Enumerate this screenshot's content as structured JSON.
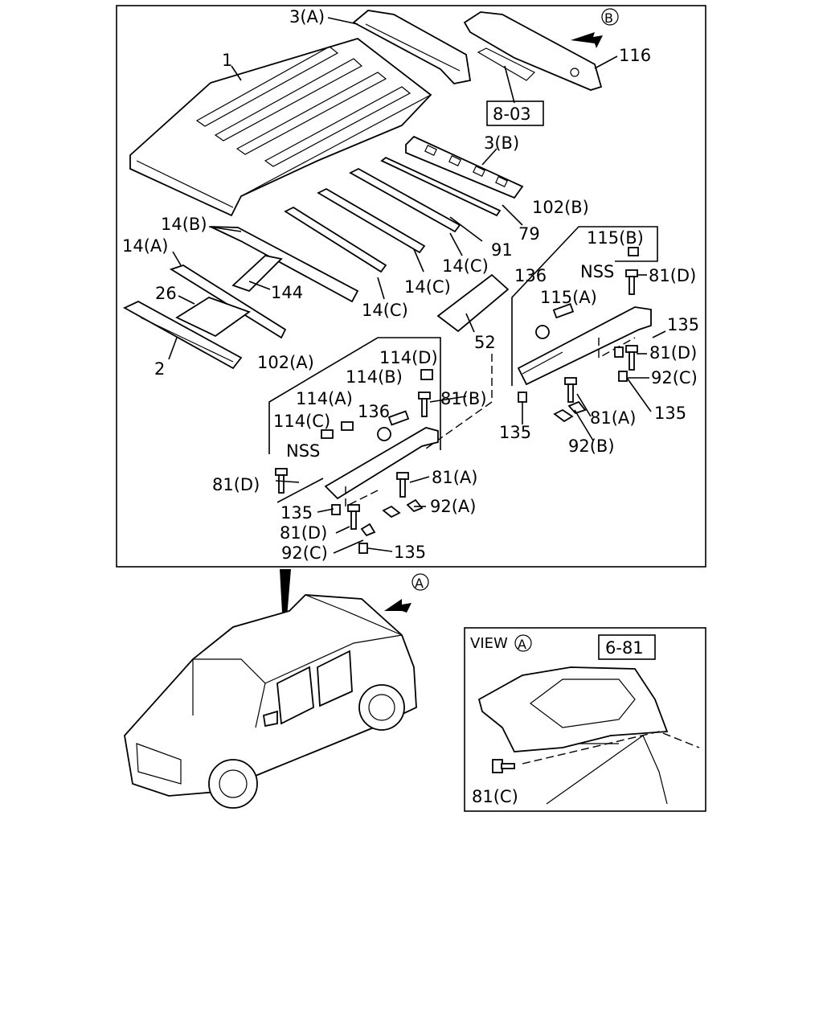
{
  "diagram": {
    "callouts": {
      "c3a": "3(A)",
      "c116": "116",
      "c1": "1",
      "c803": "8-03",
      "c3b": "3(B)",
      "c102b": "102(B)",
      "c14b": "14(B)",
      "c14a": "14(A)",
      "c115b": "115(B)",
      "c79": "79",
      "c91": "91",
      "c144": "144",
      "c26": "26",
      "c14c_1": "14(C)",
      "c136_1": "136",
      "cnss_1": "NSS",
      "c81d_1": "81(D)",
      "c14c_2": "14(C)",
      "c14c_3": "14(C)",
      "c115a": "115(A)",
      "c135_1": "135",
      "c52": "52",
      "c2": "2",
      "c81d_2": "81(D)",
      "c102a": "102(A)",
      "c114d": "114(D)",
      "c92c_1": "92(C)",
      "c114b": "114(B)",
      "c81b": "81(B)",
      "c114a": "114(A)",
      "c81a_1": "81(A)",
      "c135_2": "135",
      "c136_2": "136",
      "c114c": "114(C)",
      "c135_3": "135",
      "c92b": "92(B)",
      "cnss_2": "NSS",
      "c81a_2": "81(A)",
      "c81d_3": "81(D)",
      "c92a": "92(A)",
      "c135_4": "135",
      "c81d_4": "81(D)",
      "c92c_2": "92(C)",
      "c135_5": "135",
      "c681": "6-81",
      "c81c": "81(C)"
    },
    "view_marker_a": "A",
    "view_marker_b": "B",
    "view_a_label": "VIEW",
    "view_a_letter": "A"
  }
}
